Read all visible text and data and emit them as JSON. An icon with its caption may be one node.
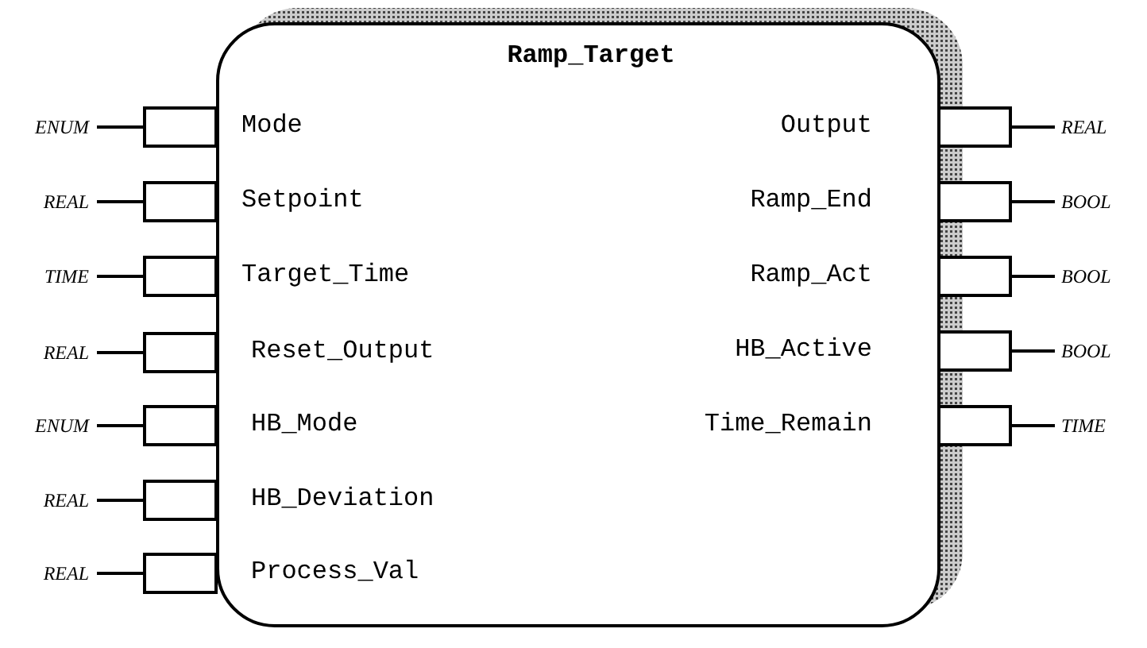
{
  "diagram": {
    "nodes": [
      {
        "text": [
          "Ramp_Target"
        ]
      },
      {
        "text": [
          "ENUM"
        ]
      },
      {
        "text": [
          "REAL"
        ]
      },
      {
        "text": [
          "TIME"
        ]
      },
      {
        "text": [
          "REAL"
        ]
      },
      {
        "text": [
          "ENUM"
        ]
      },
      {
        "text": [
          "REAL"
        ]
      },
      {
        "text": [
          "REAL"
        ]
      },
      {
        "text": [],
        "shape": "box"
      },
      {
        "text": [],
        "shape": "box"
      },
      {
        "text": [],
        "shape": "box"
      },
      {
        "text": [],
        "shape": "box"
      },
      {
        "text": [],
        "shape": "box"
      },
      {
        "text": [],
        "shape": "box"
      },
      {
        "text": [],
        "shape": "box"
      },
      {
        "text": [],
        "shape": "box"
      },
      {
        "text": [],
        "shape": "box"
      },
      {
        "text": [],
        "shape": "box"
      },
      {
        "text": [],
        "shape": "box"
      },
      {
        "text": [],
        "shape": "box"
      },
      {
        "text": [
          "REAL"
        ]
      },
      {
        "text": [
          "BOOL"
        ]
      },
      {
        "text": [
          "BOOL"
        ]
      },
      {
        "text": [
          "BOOL"
        ]
      },
      {
        "text": [
          "TIME"
        ]
      }
    ],
    "edges": [
      {
        "from": 1,
        "to": 8,
        "arrow": "none"
      },
      {
        "from": 2,
        "to": 9,
        "arrow": "none"
      },
      {
        "from": 3,
        "to": 10,
        "arrow": "none"
      },
      {
        "from": 4,
        "to": 11,
        "arrow": "none"
      },
      {
        "from": 5,
        "to": 12,
        "arrow": "none"
      },
      {
        "from": 6,
        "to": 13,
        "arrow": "none"
      },
      {
        "from": 7,
        "to": 14,
        "arrow": "none"
      },
      {
        "from": 15,
        "to": 20,
        "arrow": "none"
      },
      {
        "from": 16,
        "to": 21,
        "arrow": "none"
      },
      {
        "from": 17,
        "to": 22,
        "arrow": "none"
      },
      {
        "from": 18,
        "to": 23,
        "arrow": "none"
      },
      {
        "from": 19,
        "to": 24,
        "arrow": "none"
      }
    ],
    "labels": [
      "Mode",
      "Output",
      "Setpoint",
      "Ramp_End",
      "Target_Time",
      "Ramp_Act",
      "Reset_Output",
      "HB_Active",
      "HB_Mode",
      "Time_Remain",
      "HB_Deviation",
      "Process_Val"
    ]
  }
}
